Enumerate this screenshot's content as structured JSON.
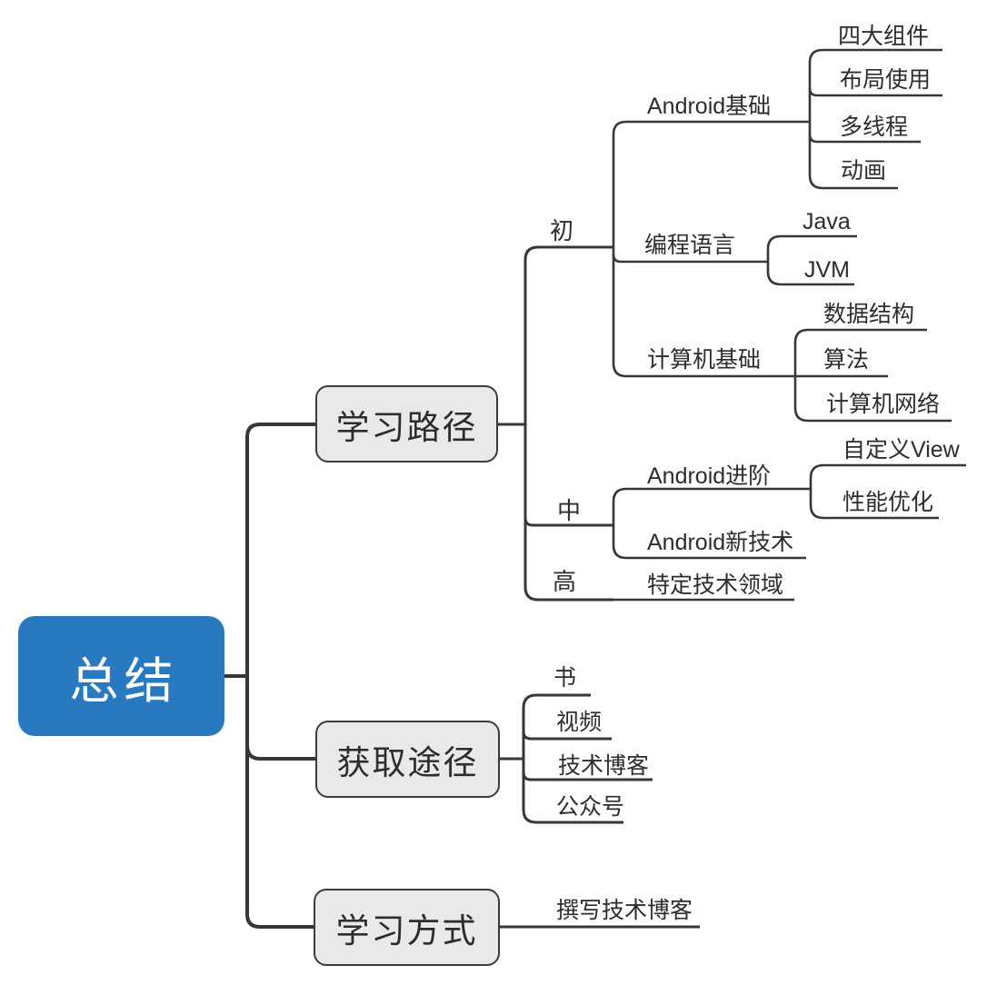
{
  "colors": {
    "root_fill": "#2879c0",
    "root_text": "#ffffff",
    "branch_fill": "#e9e9e9",
    "branch_border": "#3c3c3c",
    "line": "#373737",
    "text": "#2d2d2d",
    "background": "#ffffff"
  },
  "tree": {
    "label": "总结",
    "children": [
      {
        "label": "学习路径",
        "children": [
          {
            "label": "初",
            "children": [
              {
                "label": "Android基础",
                "children": [
                  {
                    "label": "四大组件"
                  },
                  {
                    "label": "布局使用"
                  },
                  {
                    "label": "多线程"
                  },
                  {
                    "label": "动画"
                  }
                ]
              },
              {
                "label": "编程语言",
                "children": [
                  {
                    "label": "Java"
                  },
                  {
                    "label": "JVM"
                  }
                ]
              },
              {
                "label": "计算机基础",
                "children": [
                  {
                    "label": "数据结构"
                  },
                  {
                    "label": "算法"
                  },
                  {
                    "label": "计算机网络"
                  }
                ]
              }
            ]
          },
          {
            "label": "中",
            "children": [
              {
                "label": "Android进阶",
                "children": [
                  {
                    "label": "自定义View"
                  },
                  {
                    "label": "性能优化"
                  }
                ]
              },
              {
                "label": "Android新技术"
              }
            ]
          },
          {
            "label": "高",
            "children": [
              {
                "label": "特定技术领域"
              }
            ]
          }
        ]
      },
      {
        "label": "获取途径",
        "children": [
          {
            "label": "书"
          },
          {
            "label": "视频"
          },
          {
            "label": "技术博客"
          },
          {
            "label": "公众号"
          }
        ]
      },
      {
        "label": "学习方式",
        "children": [
          {
            "label": "撰写技术博客"
          }
        ]
      }
    ]
  }
}
